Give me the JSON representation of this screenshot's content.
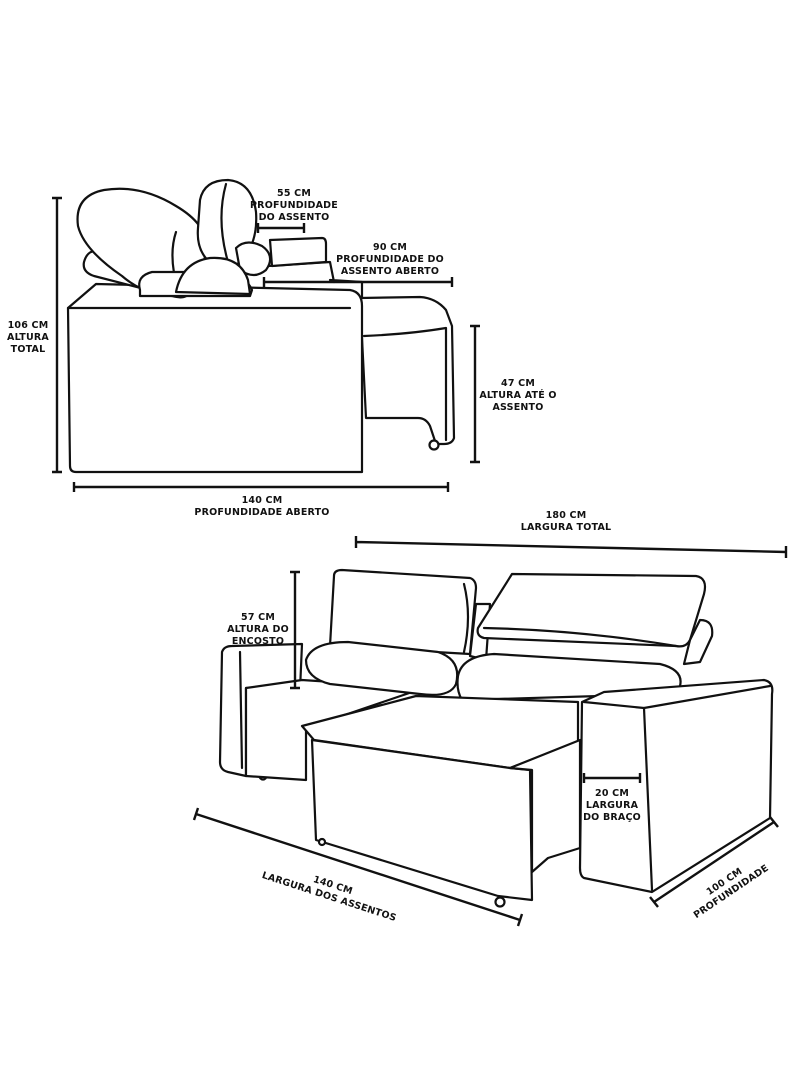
{
  "colors": {
    "line": "#111111",
    "background": "#ffffff"
  },
  "side_view": {
    "altura_total": {
      "value": "106 CM",
      "line1": "ALTURA",
      "line2": "TOTAL"
    },
    "profundidade_assento": {
      "value": "55 CM",
      "line1": "PROFUNDIDADE",
      "line2": "DO ASSENTO"
    },
    "profundidade_assento_aberto": {
      "value": "90 CM",
      "line1": "PROFUNDIDADE DO",
      "line2": "ASSENTO ABERTO"
    },
    "altura_assento": {
      "value": "47 CM",
      "line1": "ALTURA ATÉ O",
      "line2": "ASSENTO"
    },
    "profundidade_aberto": {
      "value": "140 CM",
      "line1": "PROFUNDIDADE ABERTO"
    }
  },
  "front_view": {
    "largura_total": {
      "value": "180 CM",
      "line1": "LARGURA TOTAL"
    },
    "altura_encosto": {
      "value": "57 CM",
      "line1": "ALTURA DO",
      "line2": "ENCOSTO"
    },
    "largura_braco": {
      "value": "20 CM",
      "line1": "LARGURA",
      "line2": "DO BRAÇO"
    },
    "largura_assentos": {
      "value": "140 CM",
      "line1": "LARGURA DOS ASSENTOS"
    },
    "profundidade": {
      "value": "100 CM",
      "line1": "PROFUNDIDADE"
    }
  }
}
